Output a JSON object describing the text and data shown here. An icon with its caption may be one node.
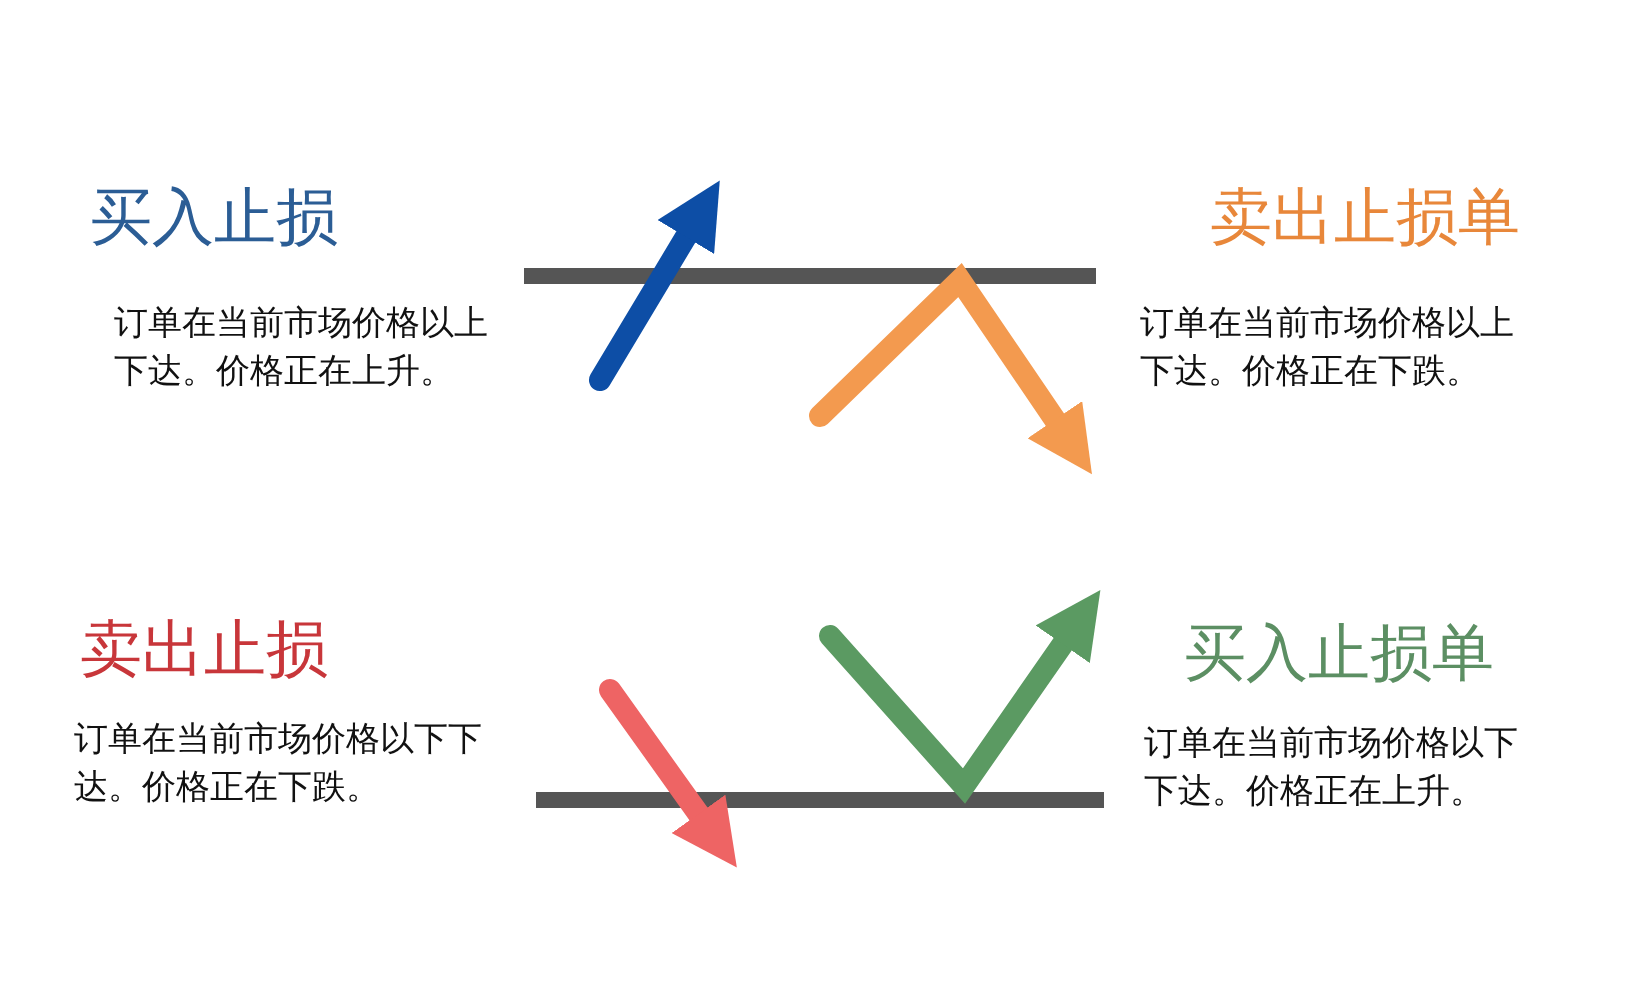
{
  "diagram": {
    "labels": [
      "买入止损",
      "卖出止损单",
      "订单在当前市场价格以上下达。价格正在上升。",
      "订单在当前市场价格以上下达。价格正在下跌。",
      "卖出止损",
      "买入止损单",
      "订单在当前市场价格以下下达。价格正在下跌。",
      "订单在当前市场价格以下下达。价格正在上升。"
    ]
  }
}
